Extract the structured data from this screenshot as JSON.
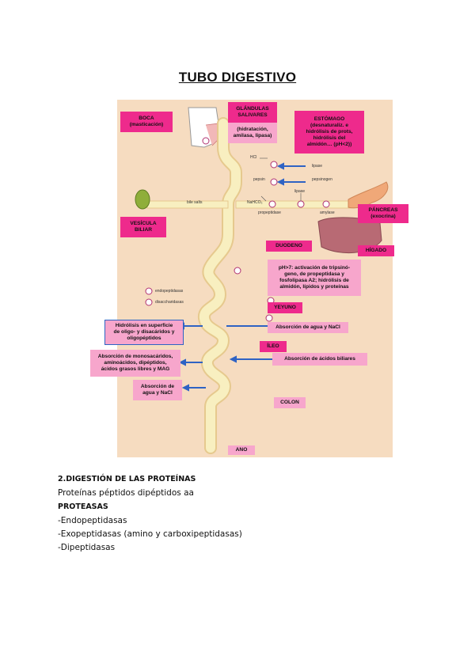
{
  "title": "TUBO DIGESTIVO",
  "diagram": {
    "labels": {
      "boca": "BOCA\n(masticación)",
      "glandulas": "GLÁNDULAS\nSALIVARES",
      "glandulas_desc": "(hidratación,\namilasa, lipasa)",
      "estomago": "ESTÓMAGO\n(desnaturaliz. e\nhidrólisis de prots,\nhidrólisis del\nalmidón… (pH<2))",
      "vesicula": "VESÍCULA\nBILIAR",
      "pancreas": "PÁNCREAS\n(exocrina)",
      "duodeno": "DUODENO",
      "higado": "HÍGADO",
      "ph_desc": "pH>7: activación de tripsinó-\ngeno, de propeptidasa y\nfosfolipasa A2; hidrólisis de\nalmidón, lípidos y proteínas",
      "yeyuno": "YEYUNO",
      "hidrolisis": "Hidrólisis en superficie\nde oligo- y disacáridos y\noligopéptidos",
      "absorcion_agua_1": "Absorción de agua y NaCl",
      "ileo": "ÍLEO",
      "absorcion_mono": "Absorción de monosacáridos,\naminoácidos, dipéptidos,\nácidos grasos libres y MAG",
      "absorcion_biliares": "Absorción de ácidos biliares",
      "absorcion_agua_2": "Absorción de\nagua y NaCl",
      "colon": "COLON",
      "ano": "ANO"
    },
    "small_text": {
      "hcl": "HCl",
      "lipase_1": "lipase",
      "pepsin": "pepsin",
      "pepsinogen": "pepsinogen",
      "bile_salts": "bile salts",
      "nahco3": "NaHCO₃",
      "lipase_2": "lipase",
      "propeptidase": "propeptidase",
      "amylase": "amylase",
      "endopeptidasas": "endopeptidasas",
      "disaccharidasas": "disaccharidasas"
    },
    "colors": {
      "background": "#f6dcc0",
      "tube": "#f8efc0",
      "tube_outline": "#e6c98e",
      "label_pink": "#ee2a8c",
      "label_light": "#f7a6cc",
      "arrow_blue": "#2f63c4",
      "liver": "#b86a74",
      "pancreas": "#f0a878"
    }
  },
  "body": {
    "heading": "2.DIGESTIÓN DE LAS PROTEÍNAS",
    "line1": "Proteínas péptidos dipéptidos aa",
    "proteasas": "PROTEASAS",
    "items": [
      "-Endopeptidasas",
      "-Exopeptidasas (amino y carboxipeptidasas)",
      "-Dipeptidasas"
    ]
  }
}
